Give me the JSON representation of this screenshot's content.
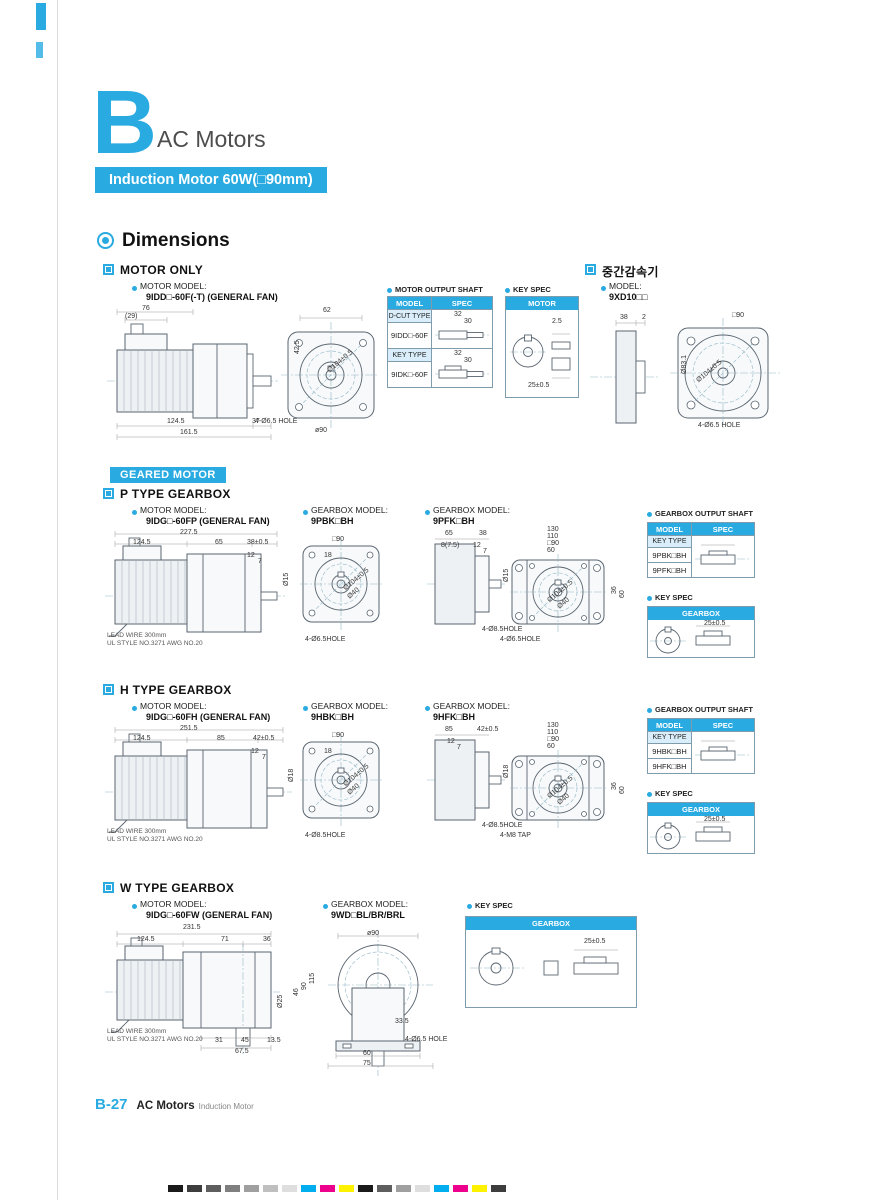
{
  "theme": {
    "accent": "#29abe2"
  },
  "page": {
    "letter": "B",
    "title": "AC Motors",
    "banner": "Induction Motor 60W(□90mm)",
    "dimensions_heading": "Dimensions",
    "geared_badge": "GEARED MOTOR",
    "footer": {
      "page_no": "B-27",
      "title": "AC Motors",
      "subtitle": "Induction Motor"
    }
  },
  "labels": {
    "motor_model": "MOTOR MODEL:",
    "gearbox_model": "GEARBOX MODEL:",
    "model": "MODEL:",
    "key_spec": "KEY SPEC",
    "motor_output_shaft": "MOTOR OUTPUT SHAFT",
    "gearbox_output_shaft": "GEARBOX OUTPUT SHAFT",
    "lead_wire_1": "LEAD WIRE 300mm",
    "lead_wire_2": "UL STYLE NO.3271 AWG NO.20",
    "col_model": "MODEL",
    "col_spec": "SPEC",
    "key_type": "KEY TYPE",
    "dcut_type": "D-CUT TYPE",
    "gearbox": "GEARBOX",
    "motor": "MOTOR"
  },
  "motor_only": {
    "heading": "MOTOR ONLY",
    "model": "9IDD□-60F(-T) (GENERAL FAN)",
    "side": {
      "a": "(29)",
      "b": "76",
      "c": "124.5",
      "d": "37",
      "e": "161.5"
    },
    "front": {
      "a": "62",
      "b": "42.5",
      "c": "Ø104±0.5",
      "d": "4-Ø6.5 HOLE",
      "e": "ø90"
    },
    "shaft_table": {
      "m1": "9IDD□-60F",
      "m2": "9IDK□-60F",
      "r1a": "32",
      "r1b": "30",
      "r2a": "32",
      "r2b": "30"
    },
    "key_spec": {
      "a": "2.5",
      "b": "25±0.5"
    }
  },
  "reducer": {
    "heading": "중간감속기",
    "model": "9XD10□□",
    "side": {
      "a": "38",
      "b": "2"
    },
    "front": {
      "a": "□90",
      "b": "Ø83.1",
      "c": "Ø104±0.5",
      "d": "4-Ø6.5 HOLE"
    }
  },
  "p_type": {
    "heading": "P TYPE GEARBOX",
    "model": "9IDG□-60FP (GENERAL FAN)",
    "side": {
      "a": "227.5",
      "b": "124.5",
      "c": "65",
      "d": "38±0.5",
      "e": "12",
      "f": "7",
      "g": "Ø15"
    },
    "gb1": {
      "model": "9PBK□BH",
      "a": "□90",
      "b": "18",
      "c": "Ø104±0.5",
      "d": "Ø40",
      "e": "4-Ø6.5HOLE"
    },
    "gb2": {
      "model": "9PFK□BH",
      "side": {
        "a": "65",
        "b": "38",
        "c": "8(7.5)",
        "d": "12",
        "e": "7",
        "f": "Ø15"
      },
      "front": {
        "a": "130",
        "b": "110",
        "c": "□90",
        "d": "60",
        "e": "36",
        "f": "60",
        "g": "Ø104±0.5",
        "h": "Ø40",
        "i": "4-Ø8.5HOLE",
        "j": "4-Ø6.5HOLE"
      }
    },
    "shaft_table": {
      "m1": "9PBK□BH",
      "m2": "9PFK□BH"
    },
    "key_spec": {
      "a": "25±0.5"
    }
  },
  "h_type": {
    "heading": "H TYPE GEARBOX",
    "model": "9IDG□-60FH (GENERAL FAN)",
    "side": {
      "a": "251.5",
      "b": "124.5",
      "c": "85",
      "d": "42±0.5",
      "e": "12",
      "f": "7",
      "g": "Ø18"
    },
    "gb1": {
      "model": "9HBK□BH",
      "a": "□90",
      "b": "18",
      "c": "Ø104±0.5",
      "d": "Ø40",
      "e": "4-Ø8.5HOLE"
    },
    "gb2": {
      "model": "9HFK□BH",
      "side": {
        "a": "85",
        "b": "42±0.5",
        "d": "12",
        "e": "7",
        "f": "Ø18"
      },
      "front": {
        "a": "130",
        "b": "110",
        "c": "□90",
        "d": "60",
        "e": "36",
        "f": "60",
        "g": "Ø104±0.5",
        "h": "Ø40",
        "i": "4-Ø8.5HOLE",
        "j": "4-M8 TAP"
      }
    },
    "shaft_table": {
      "m1": "9HBK□BH",
      "m2": "9HFK□BH"
    },
    "key_spec": {
      "a": "25±0.5"
    }
  },
  "w_type": {
    "heading": "W TYPE GEARBOX",
    "model": "9IDG□-60FW (GENERAL FAN)",
    "gearbox_model": "9WD□BL/BR/BRL",
    "side": {
      "a": "231.5",
      "b": "124.5",
      "c": "71",
      "d": "36",
      "e": "115",
      "f": "90",
      "g": "46",
      "h": "Ø25",
      "i": "31",
      "j": "45",
      "k": "13.5",
      "l": "67.5"
    },
    "front": {
      "a": "ø90",
      "b": "33.5",
      "c": "60",
      "d": "75",
      "e": "4-Ø6.5 HOLE"
    },
    "key_spec": {
      "a": "25±0.5"
    }
  }
}
